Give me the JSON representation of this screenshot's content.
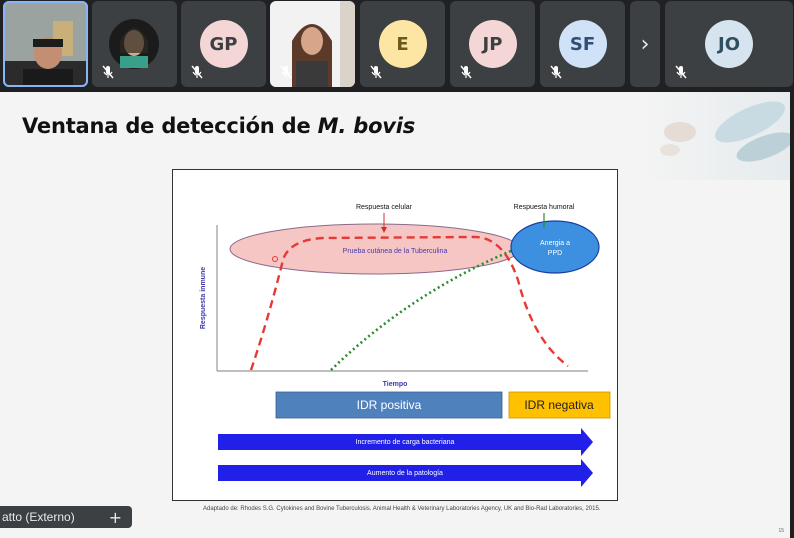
{
  "participants": [
    {
      "type": "video",
      "label": "participant-1"
    },
    {
      "type": "video",
      "label": "participant-2"
    },
    {
      "type": "initials",
      "initials": "GP",
      "color": "#f5d6d6"
    },
    {
      "type": "video",
      "label": "participant-4"
    },
    {
      "type": "initials",
      "initials": "E",
      "color": "#fde5a3"
    },
    {
      "type": "initials",
      "initials": "JP",
      "color": "#f5d6d6"
    },
    {
      "type": "initials",
      "initials": "SF",
      "color": "#d0e2f7"
    },
    {
      "type": "initials",
      "initials": "JO",
      "color": "#d5e4ef"
    }
  ],
  "more_chevron": "›",
  "slide": {
    "title_main": "Ventana de detección de ",
    "title_italic": "M. bovis",
    "citation": "Adaptado de: Rhodes S.G. Cytokines and Bovine Tuberculosis. Animal Health & Veterinary Laboratories Agency, UK and Bio-Rad Laboratories, 2015.",
    "page_number": "15"
  },
  "diagram": {
    "label_cellular": "Respuesta celular",
    "label_humoral": "Respuesta humoral",
    "ellipse_text": "Prueba cutánea de la Tuberculina",
    "anergy_line1": "Anergia a",
    "anergy_line2": "PPD",
    "y_axis": "Respuesta inmune",
    "x_axis": "Tiempo",
    "box_positive": "IDR positiva",
    "box_negative": "IDR negativa",
    "arrow_1": "Incremento de carga bacteriana",
    "arrow_2": "Aumento de la patología"
  },
  "name_tag": "atto (Externo)",
  "name_tag_plus": "+"
}
